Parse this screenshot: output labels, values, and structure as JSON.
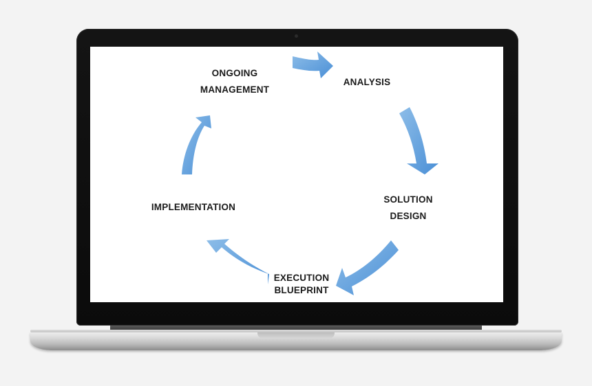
{
  "diagram": {
    "stages": [
      {
        "lines": [
          "ONGOING",
          "MANAGEMENT"
        ]
      },
      {
        "lines": [
          "ANALYSIS"
        ]
      },
      {
        "lines": [
          "SOLUTION",
          "DESIGN"
        ]
      },
      {
        "lines": [
          "EXECUTION",
          "BLUEPRINT"
        ]
      },
      {
        "lines": [
          "IMPLEMENTATION"
        ]
      }
    ],
    "arrow_color": "#5b9bd5",
    "arrow_color_light": "#8dbde8"
  }
}
